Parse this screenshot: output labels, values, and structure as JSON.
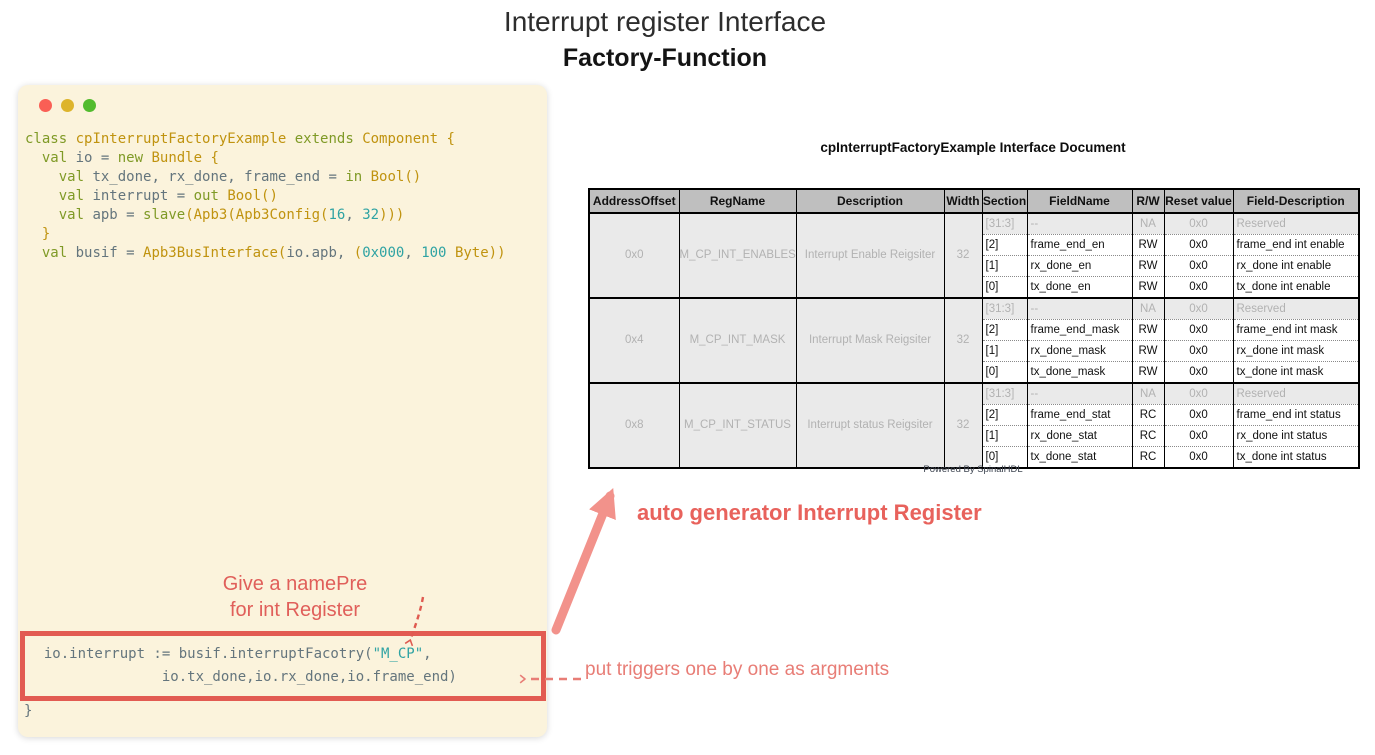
{
  "title": {
    "line1": "Interrupt register Interface",
    "line2": "Factory-Function"
  },
  "code_window": {
    "window_controls": [
      "close",
      "minimize",
      "maximize"
    ],
    "top_code": [
      [
        {
          "c": "k",
          "t": "class"
        },
        {
          "c": "p",
          "t": " "
        },
        {
          "c": "t",
          "t": "cpInterruptFactoryExample"
        },
        {
          "c": "p",
          "t": " "
        },
        {
          "c": "k",
          "t": "extends"
        },
        {
          "c": "p",
          "t": " "
        },
        {
          "c": "t",
          "t": "Component"
        },
        {
          "c": "t",
          "t": " {"
        }
      ],
      [
        {
          "c": "p",
          "t": "  "
        },
        {
          "c": "k",
          "t": "val"
        },
        {
          "c": "p",
          "t": " io = "
        },
        {
          "c": "k",
          "t": "new"
        },
        {
          "c": "p",
          "t": " "
        },
        {
          "c": "t",
          "t": "Bundle {"
        }
      ],
      [
        {
          "c": "p",
          "t": "    "
        },
        {
          "c": "k",
          "t": "val"
        },
        {
          "c": "p",
          "t": " tx_done, rx_done, frame_end = "
        },
        {
          "c": "k",
          "t": "in"
        },
        {
          "c": "p",
          "t": " "
        },
        {
          "c": "t",
          "t": "Bool()"
        }
      ],
      [
        {
          "c": "p",
          "t": "    "
        },
        {
          "c": "k",
          "t": "val"
        },
        {
          "c": "p",
          "t": " interrupt = "
        },
        {
          "c": "k",
          "t": "out"
        },
        {
          "c": "p",
          "t": " "
        },
        {
          "c": "t",
          "t": "Bool()"
        }
      ],
      [
        {
          "c": "p",
          "t": "    "
        },
        {
          "c": "k",
          "t": "val"
        },
        {
          "c": "p",
          "t": " apb = "
        },
        {
          "c": "k",
          "t": "slave"
        },
        {
          "c": "t",
          "t": "(Apb3(Apb3Config("
        },
        {
          "c": "n",
          "t": "16"
        },
        {
          "c": "p",
          "t": ", "
        },
        {
          "c": "n",
          "t": "32"
        },
        {
          "c": "t",
          "t": ")))"
        }
      ],
      [
        {
          "c": "t",
          "t": "  }"
        }
      ],
      [
        {
          "c": "p",
          "t": "  "
        },
        {
          "c": "k",
          "t": "val"
        },
        {
          "c": "p",
          "t": " busif = "
        },
        {
          "c": "t",
          "t": "Apb3BusInterface("
        },
        {
          "c": "p",
          "t": "io.apb, "
        },
        {
          "c": "t",
          "t": "("
        },
        {
          "c": "n",
          "t": "0x000"
        },
        {
          "c": "p",
          "t": ", "
        },
        {
          "c": "n",
          "t": "100"
        },
        {
          "c": "p",
          "t": " "
        },
        {
          "c": "t",
          "t": "Byte))"
        }
      ]
    ],
    "bottom_code": [
      [
        {
          "c": "p",
          "t": "  io.interrupt := busif.interruptFacotry("
        },
        {
          "c": "n",
          "t": "\"M_CP\""
        },
        {
          "c": "p",
          "t": ","
        }
      ],
      [
        {
          "c": "p",
          "t": "                io.tx_done,io.rx_done,io.frame_end)"
        }
      ]
    ],
    "closing_brace": "}"
  },
  "annotations": {
    "name_pre_line1": "Give a namePre",
    "name_pre_line2": "for int Register",
    "auto_gen": "auto generator Interrupt Register",
    "put_triggers": "put triggers one by one as argments"
  },
  "table": {
    "title": "cpInterruptFactoryExample Interface Document",
    "headers": [
      "AddressOffset",
      "RegName",
      "Description",
      "Width",
      "Section",
      "FieldName",
      "R/W",
      "Reset value",
      "Field-Description"
    ],
    "groups": [
      {
        "offset": "0x0",
        "reg": "M_CP_INT_ENABLES",
        "desc": "Interrupt Enable Reigsiter",
        "width": "32",
        "fields": [
          {
            "section": "[31:3]",
            "name": "--",
            "rw": "NA",
            "reset": "0x0",
            "desc": "Reserved",
            "reserved": true
          },
          {
            "section": "[2]",
            "name": "frame_end_en",
            "rw": "RW",
            "reset": "0x0",
            "desc": "frame_end int enable"
          },
          {
            "section": "[1]",
            "name": "rx_done_en",
            "rw": "RW",
            "reset": "0x0",
            "desc": "rx_done int enable"
          },
          {
            "section": "[0]",
            "name": "tx_done_en",
            "rw": "RW",
            "reset": "0x0",
            "desc": "tx_done int enable"
          }
        ]
      },
      {
        "offset": "0x4",
        "reg": "M_CP_INT_MASK",
        "desc": "Interrupt Mask Reigsiter",
        "width": "32",
        "fields": [
          {
            "section": "[31:3]",
            "name": "--",
            "rw": "NA",
            "reset": "0x0",
            "desc": "Reserved",
            "reserved": true
          },
          {
            "section": "[2]",
            "name": "frame_end_mask",
            "rw": "RW",
            "reset": "0x0",
            "desc": "frame_end int mask"
          },
          {
            "section": "[1]",
            "name": "rx_done_mask",
            "rw": "RW",
            "reset": "0x0",
            "desc": "rx_done int mask"
          },
          {
            "section": "[0]",
            "name": "tx_done_mask",
            "rw": "RW",
            "reset": "0x0",
            "desc": "tx_done int mask"
          }
        ]
      },
      {
        "offset": "0x8",
        "reg": "M_CP_INT_STATUS",
        "desc": "Interrupt status Reigsiter",
        "width": "32",
        "fields": [
          {
            "section": "[31:3]",
            "name": "--",
            "rw": "NA",
            "reset": "0x0",
            "desc": "Reserved",
            "reserved": true
          },
          {
            "section": "[2]",
            "name": "frame_end_stat",
            "rw": "RC",
            "reset": "0x0",
            "desc": "frame_end int status"
          },
          {
            "section": "[1]",
            "name": "rx_done_stat",
            "rw": "RC",
            "reset": "0x0",
            "desc": "rx_done int status"
          },
          {
            "section": "[0]",
            "name": "tx_done_stat",
            "rw": "RC",
            "reset": "0x0",
            "desc": "tx_done int status"
          }
        ]
      }
    ],
    "footer": "Powered By SpinalHDL"
  },
  "colors": {
    "panel_bg": "#fbf3dc",
    "accent_salmon": "#e8625c",
    "box_border": "#e25b52",
    "arrow_salmon": "#f2928b",
    "code_keyword": "#7f9a26",
    "code_type": "#c0930f",
    "code_plain": "#64757d",
    "code_literal": "#2fa3a3",
    "table_header_bg": "#bfbfbf",
    "reserved_text": "#b2b2b2"
  }
}
